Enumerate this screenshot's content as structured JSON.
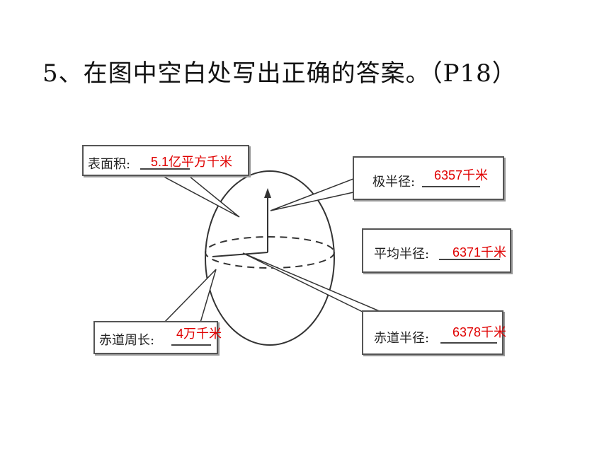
{
  "question": {
    "title": "5、在图中空白处写出正确的答案。（P18）"
  },
  "labels": {
    "surface_area": {
      "label": "表面积:",
      "answer": "5.1亿平方千米"
    },
    "polar_radius": {
      "label": "极半径:",
      "answer": "6357千米"
    },
    "mean_radius": {
      "label": "平均半径:",
      "answer": "6371千米"
    },
    "equator_circumference": {
      "label": "赤道周长:",
      "answer": "4万千米"
    },
    "equatorial_radius": {
      "label": "赤道半径:",
      "answer": "6378千米"
    }
  },
  "colors": {
    "answer": "#e00000",
    "outline": "#444444"
  }
}
